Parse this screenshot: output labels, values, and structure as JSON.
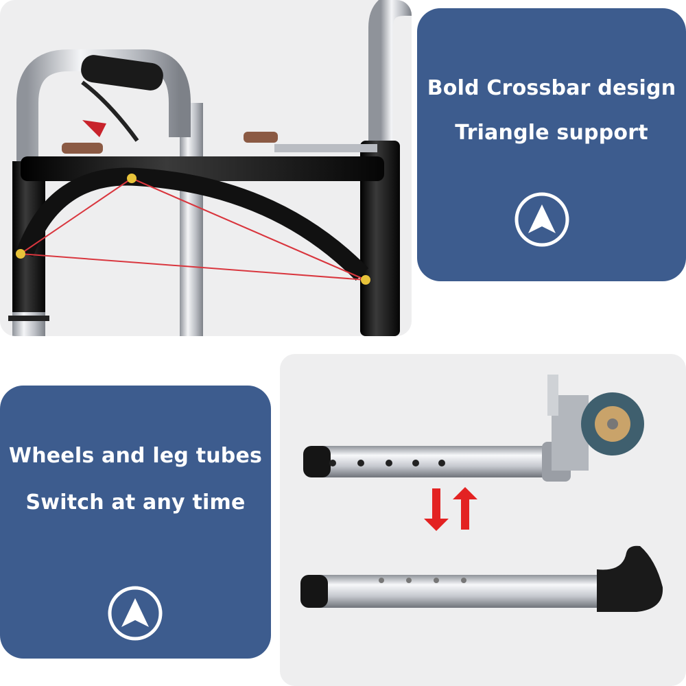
{
  "top_feature": {
    "line1": "Bold Crossbar design",
    "line2": "Triangle support",
    "badge_icon": "up-arrow-circle-icon"
  },
  "bottom_feature": {
    "line1": "Wheels and leg tubes",
    "line2": "Switch at any time",
    "badge_icon": "up-arrow-circle-icon"
  },
  "colors": {
    "panel_blue": "#3d5c8e",
    "text": "#ffffff",
    "photo_bg": "#eeeeef",
    "support_line_red": "#d9363e",
    "arrow_red": "#e32222",
    "frame_black": "#141414",
    "aluminum": "#c9cbd0"
  }
}
